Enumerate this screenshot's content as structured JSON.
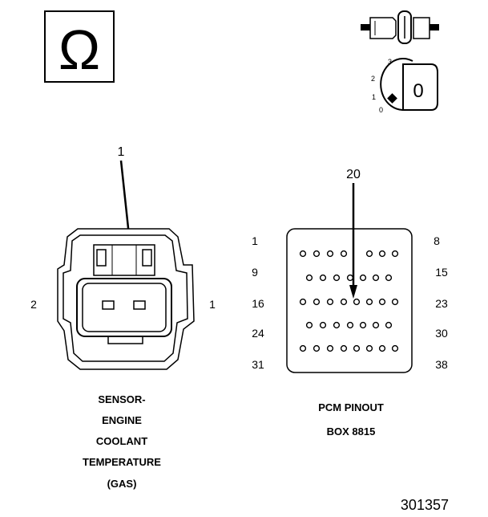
{
  "ohm_symbol": "Ω",
  "ignition": {
    "positions": [
      "3",
      "2",
      "1",
      "0"
    ],
    "key_label": "0"
  },
  "sensor": {
    "callout": "1",
    "pin_left": "2",
    "pin_right": "1",
    "caption": [
      "SENSOR-",
      "ENGINE",
      "COOLANT",
      "TEMPERATURE",
      "(GAS)"
    ]
  },
  "pcm": {
    "callout": "20",
    "row_labels_left": [
      "1",
      "9",
      "16",
      "24",
      "31"
    ],
    "row_labels_right": [
      "8",
      "15",
      "23",
      "30",
      "38"
    ],
    "caption": [
      "PCM PINOUT",
      "BOX 8815"
    ]
  },
  "figure_number": "301357"
}
